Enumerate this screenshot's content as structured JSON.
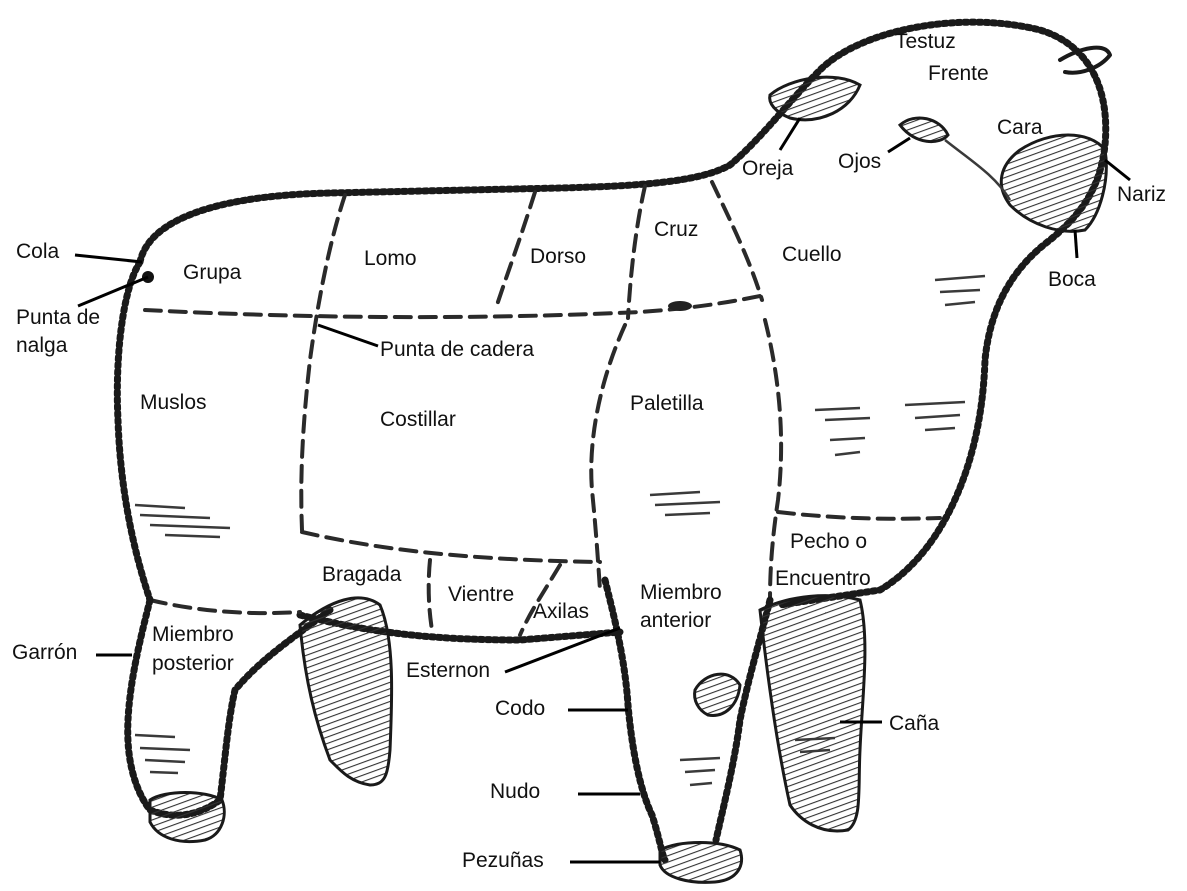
{
  "labels": {
    "testuz": "Testuz",
    "frente": "Frente",
    "cara": "Cara",
    "oreja": "Oreja",
    "ojos": "Ojos",
    "nariz": "Nariz",
    "boca": "Boca",
    "cruz": "Cruz",
    "cuello": "Cuello",
    "dorso": "Dorso",
    "lomo": "Lomo",
    "grupa": "Grupa",
    "cola": "Cola",
    "punta_de_nalga_1": "Punta de",
    "punta_de_nalga_2": "nalga",
    "punta_de_cadera": "Punta de cadera",
    "muslos": "Muslos",
    "costillar": "Costillar",
    "paletilla": "Paletilla",
    "pecho_1": "Pecho  o",
    "pecho_2": "Encuentro",
    "bragada": "Bragada",
    "vientre": "Vientre",
    "axilas": "Axilas",
    "miembro_anterior_1": "Miembro",
    "miembro_anterior_2": "anterior",
    "miembro_posterior_1": "Miembro",
    "miembro_posterior_2": "posterior",
    "garron": "Garrón",
    "esternon": "Esternon",
    "codo": "Codo",
    "nudo": "Nudo",
    "pezunas": "Pezuñas",
    "cana": "Caña"
  }
}
